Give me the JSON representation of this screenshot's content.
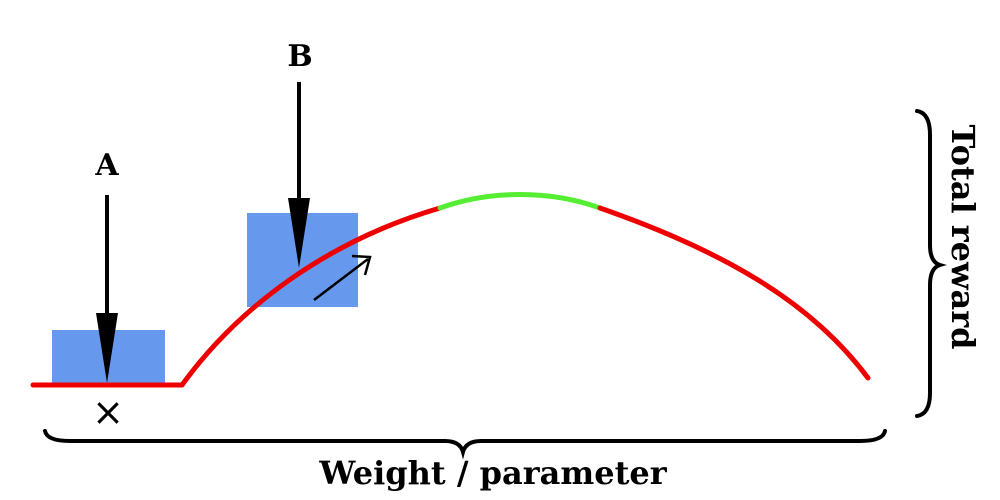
{
  "labels": {
    "a": "A",
    "b": "B",
    "x_axis": "Weight / parameter",
    "y_axis": "Total reward",
    "zero_mark": "×"
  },
  "colors": {
    "curve_low": "#ee0000",
    "curve_optimal": "#55ee33",
    "bar": "#6699ee",
    "ink": "#000000"
  }
}
